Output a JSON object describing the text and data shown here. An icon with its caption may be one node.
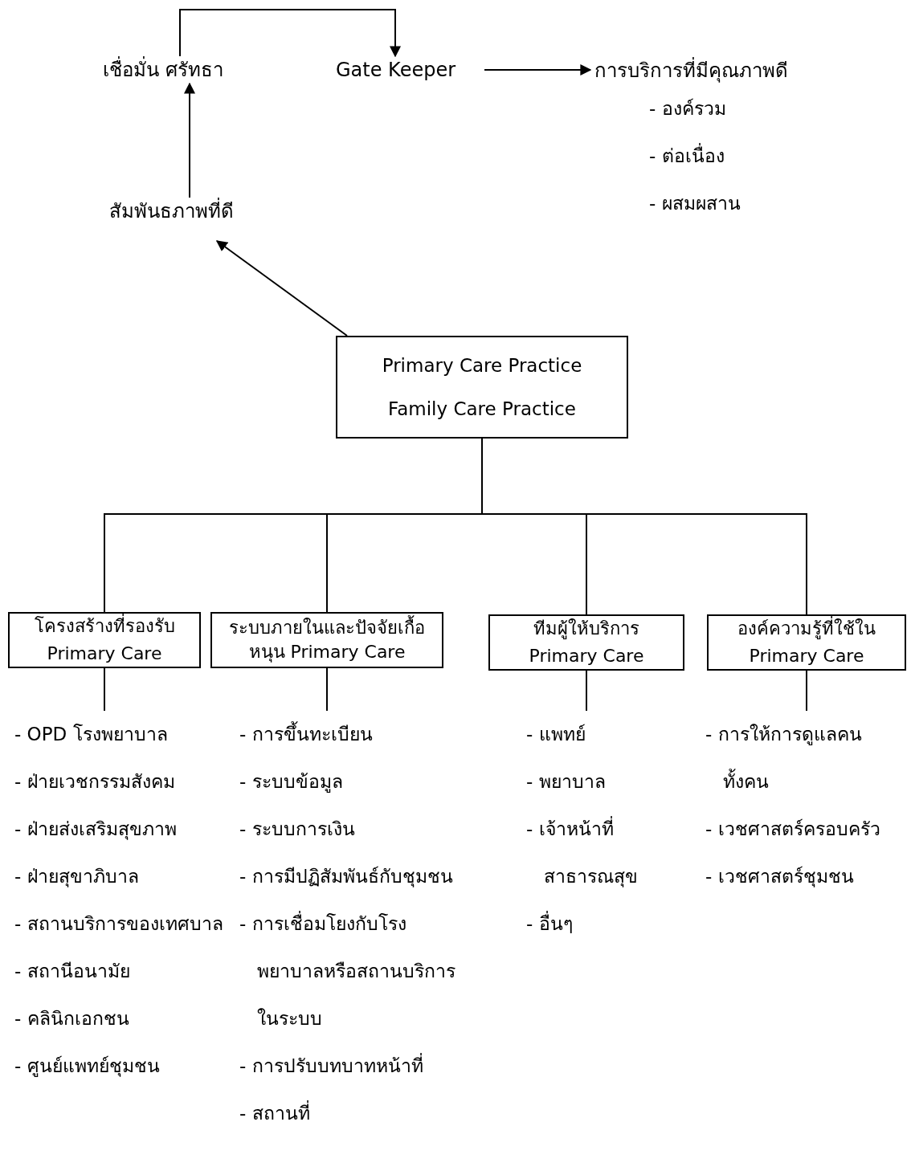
{
  "diagram": {
    "nodes": [
      {
        "text": [
          "เชื่อมั่น  ศรัทธา"
        ]
      },
      {
        "text": [
          "Gate  Keeper"
        ]
      },
      {
        "text": [
          "การบริการที่มีคุณภาพดี",
          "- องค์รวม",
          "- ต่อเนื่อง",
          "- ผสมผสาน"
        ]
      },
      {
        "text": [
          "สัมพันธภาพที่ดี"
        ]
      },
      {
        "text": [
          "Primary Care Practice",
          "Family Care Practice"
        ]
      },
      {
        "text": [
          "โครงสร้างที่รองรับ",
          "Primary Care"
        ]
      },
      {
        "text": [
          "ระบบภายในและปัจจัยเกื้อหนุน Primary Care"
        ]
      },
      {
        "text": [
          "ทีมผู้ให้บริการ",
          "Primary Care"
        ]
      },
      {
        "text": [
          "องค์ความรู้ที่ใช้ใน",
          "Primary Care"
        ]
      },
      {
        "text": [
          "- OPD โรงพยาบาล",
          "- ฝ่ายเวชกรรมสังคม",
          "- ฝ่ายส่งเสริมสุขภาพ",
          "- ฝ่ายสุขาภิบาล",
          "- สถานบริการของเทศบาล",
          "- สถานีอนามัย",
          "- คลินิกเอกชน",
          "- ศูนย์แพทย์ชุมชน"
        ]
      },
      {
        "text": [
          "- การขึ้นทะเบียน",
          "- ระบบข้อมูล",
          "- ระบบการเงิน",
          "- การมีปฏิสัมพันธ์กับชุมชน",
          "- การเชื่อมโยงกับโรงพยาบาลหรือสถานบริการในระบบ",
          "- การปรับบทบาทหน้าที่",
          "- สถานที่"
        ]
      },
      {
        "text": [
          "- แพทย์",
          "- พยาบาล",
          "- เจ้าหน้าที่สาธารณสุข",
          "- อื่นๆ"
        ]
      },
      {
        "text": [
          "- การให้การดูแลคนทั้งคน",
          "- เวชศาสตร์ครอบครัว",
          "- เวชศาสตร์ชุมชน"
        ]
      }
    ],
    "edges": [
      {
        "from": 0,
        "to": 1,
        "arrow": "to"
      },
      {
        "from": 1,
        "to": 2,
        "arrow": "to"
      },
      {
        "from": 3,
        "to": 0,
        "arrow": "to"
      },
      {
        "from": 4,
        "to": 3,
        "arrow": "to"
      },
      {
        "from": 4,
        "to": 5,
        "arrow": "none"
      },
      {
        "from": 4,
        "to": 6,
        "arrow": "none"
      },
      {
        "from": 4,
        "to": 7,
        "arrow": "none"
      },
      {
        "from": 4,
        "to": 8,
        "arrow": "none"
      },
      {
        "from": 5,
        "to": 9,
        "arrow": "none"
      },
      {
        "from": 6,
        "to": 10,
        "arrow": "none"
      },
      {
        "from": 7,
        "to": 11,
        "arrow": "none"
      },
      {
        "from": 8,
        "to": 12,
        "arrow": "none"
      }
    ]
  }
}
